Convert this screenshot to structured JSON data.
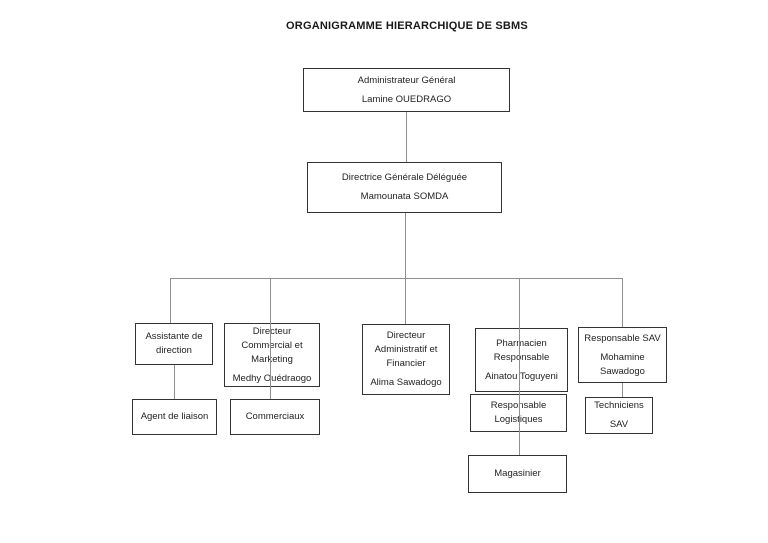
{
  "title": "ORGANIGRAMME HIERARCHIQUE DE SBMS",
  "nodes": {
    "administrateur": {
      "role": "Administrateur Général",
      "name": "Lamine OUEDRAGO"
    },
    "directrice": {
      "role": "Directrice Générale Déléguée",
      "name": "Mamounata SOMDA"
    },
    "assistante": {
      "role": "Assistante de direction"
    },
    "commercial": {
      "role": "Directeur Commercial et Marketing",
      "name": "Medhy Ouédraogo"
    },
    "financier": {
      "role": "Directeur Administratif et Financier",
      "name": "Alima Sawadogo"
    },
    "pharmacien": {
      "role": "Pharmacien Responsable",
      "name": "Ainatou Toguyeni"
    },
    "sav": {
      "role": "Responsable SAV",
      "name": "Mohamine Sawadogo"
    },
    "liaison": {
      "role": "Agent de liaison"
    },
    "commerciaux": {
      "role": "Commerciaux"
    },
    "logistique": {
      "role": "Responsable Logistiques"
    },
    "techniciens": {
      "role": "Techniciens",
      "name": "SAV"
    },
    "magasinier": {
      "role": "Magasinier"
    }
  },
  "colors": {
    "border": "#333333",
    "connector": "#8f8f8f",
    "text": "#1f1f1f"
  }
}
